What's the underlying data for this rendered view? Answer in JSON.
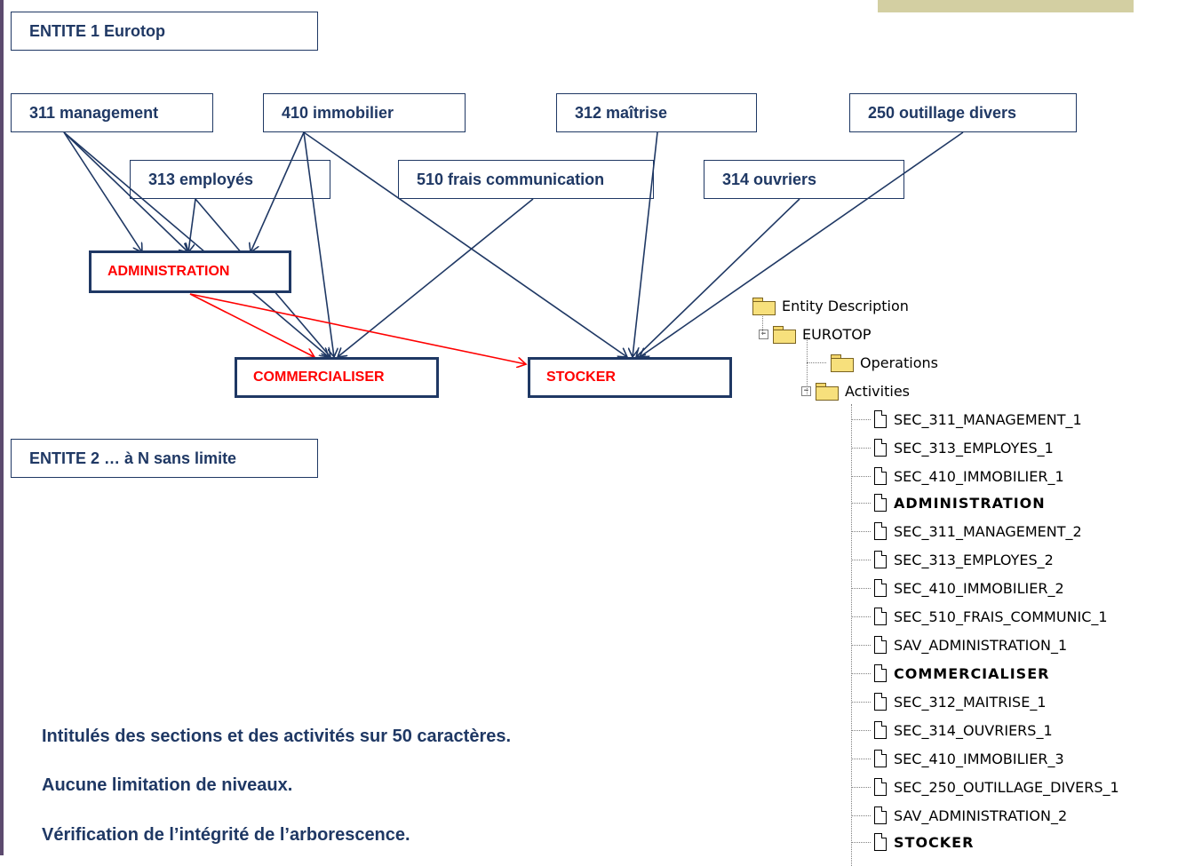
{
  "entity1": "ENTITE 1 Eurotop",
  "entity2": "ENTITE 2 … à N sans limite",
  "sections": {
    "s311": "311 management",
    "s410": "410 immobilier",
    "s312": "312 maîtrise",
    "s250": "250 outillage divers",
    "s313": "313 employés",
    "s510": "510 frais communication",
    "s314": "314 ouvriers"
  },
  "activities": {
    "administration": "ADMINISTRATION",
    "commercialiser": "COMMERCIALISER",
    "stocker": "STOCKER"
  },
  "notes": [
    "Intitulés des sections et des activités sur 50 caractères.",
    "Aucune limitation de niveaux.",
    "Vérification de l’intégrité de l’arborescence."
  ],
  "tree": {
    "root": "Entity Description",
    "entity": "EUROTOP",
    "operations": "Operations",
    "activities_folder": "Activities",
    "items": [
      {
        "label": "SEC_311_MANAGEMENT_1",
        "bold": false
      },
      {
        "label": "SEC_313_EMPLOYES_1",
        "bold": false
      },
      {
        "label": "SEC_410_IMMOBILIER_1",
        "bold": false
      },
      {
        "label": "ADMINISTRATION",
        "bold": true
      },
      {
        "label": "SEC_311_MANAGEMENT_2",
        "bold": false
      },
      {
        "label": "SEC_313_EMPLOYES_2",
        "bold": false
      },
      {
        "label": "SEC_410_IMMOBILIER_2",
        "bold": false
      },
      {
        "label": "SEC_510_FRAIS_COMMUNIC_1",
        "bold": false
      },
      {
        "label": "SAV_ADMINISTRATION_1",
        "bold": false
      },
      {
        "label": "COMMERCIALISER",
        "bold": true
      },
      {
        "label": "SEC_312_MAITRISE_1",
        "bold": false
      },
      {
        "label": "SEC_314_OUVRIERS_1",
        "bold": false
      },
      {
        "label": "SEC_410_IMMOBILIER_3",
        "bold": false
      },
      {
        "label": "SEC_250_OUTILLAGE_DIVERS_1",
        "bold": false
      },
      {
        "label": "SAV_ADMINISTRATION_2",
        "bold": false
      },
      {
        "label": "STOCKER",
        "bold": true
      }
    ]
  },
  "colors": {
    "box_border": "#1f3864",
    "box_text": "#1f3864",
    "activity_text": "#ff0000",
    "section_arrow": "#1f3864",
    "activity_arrow": "#ff0000"
  }
}
